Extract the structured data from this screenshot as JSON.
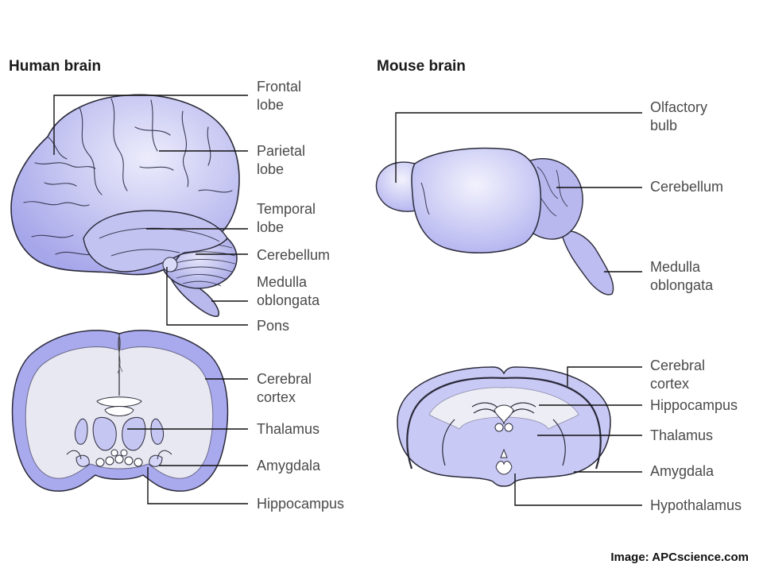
{
  "titles": {
    "human": "Human brain",
    "mouse": "Mouse brain"
  },
  "human_side_labels": {
    "frontal": [
      "Frontal",
      "lobe"
    ],
    "parietal": [
      "Parietal",
      "lobe"
    ],
    "temporal": [
      "Temporal",
      "lobe"
    ],
    "cerebellum": [
      "Cerebellum"
    ],
    "medulla": [
      "Medulla",
      "oblongata"
    ],
    "pons": [
      "Pons"
    ]
  },
  "human_section_labels": {
    "cortex": [
      "Cerebral",
      "cortex"
    ],
    "thalamus": [
      "Thalamus"
    ],
    "amygdala": [
      "Amygdala"
    ],
    "hippocampus": [
      "Hippocampus"
    ]
  },
  "mouse_side_labels": {
    "olfactory": [
      "Olfactory",
      "bulb"
    ],
    "cerebellum": [
      "Cerebellum"
    ],
    "medulla": [
      "Medulla",
      "oblongata"
    ]
  },
  "mouse_section_labels": {
    "cortex": [
      "Cerebral",
      "cortex"
    ],
    "hippocampus": [
      "Hippocampus"
    ],
    "thalamus": [
      "Thalamus"
    ],
    "amygdala": [
      "Amygdala"
    ],
    "hypothalamus": [
      "Hypothalamus"
    ]
  },
  "credit": "Image: APCscience.com",
  "colors": {
    "tissue_light": "#c9c9f5",
    "tissue_mid": "#a9a9ee",
    "white_matter": "#e8e8f2",
    "outline": "#2a2a3a",
    "leader": "#111111",
    "label_text": "#4a4a4a"
  }
}
